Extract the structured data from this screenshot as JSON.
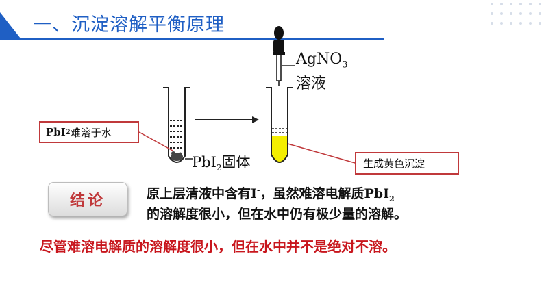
{
  "header": {
    "title": "一、沉淀溶解平衡原理",
    "accent_color": "#1f5fc4"
  },
  "diagram": {
    "reagent_label": "AgNO",
    "reagent_subscript": "3",
    "reagent_label2": "溶液",
    "solid_label": "PbI",
    "solid_subscript": "2",
    "solid_label_suffix": "固体",
    "callout_left": {
      "prefix": "PbI",
      "subscript": "2",
      "suffix": "难溶于水"
    },
    "callout_right": "生成黄色沉淀",
    "precipitate_color": "#f4ee00",
    "callout_border_color": "#c0393b"
  },
  "conclusion": {
    "badge": "结论",
    "line1_prefix": "原上层清液中含有",
    "ion": "I",
    "ion_charge": "-",
    "line1_mid": "，虽然难溶电解质",
    "compound": "PbI",
    "compound_subscript": "2",
    "line2": "的溶解度很小，但在水中仍有极少量的溶解。"
  },
  "summary": {
    "text": "尽管难溶电解质的溶解度很小，但在水中并不是绝对不溶。",
    "color": "#c8161d"
  }
}
